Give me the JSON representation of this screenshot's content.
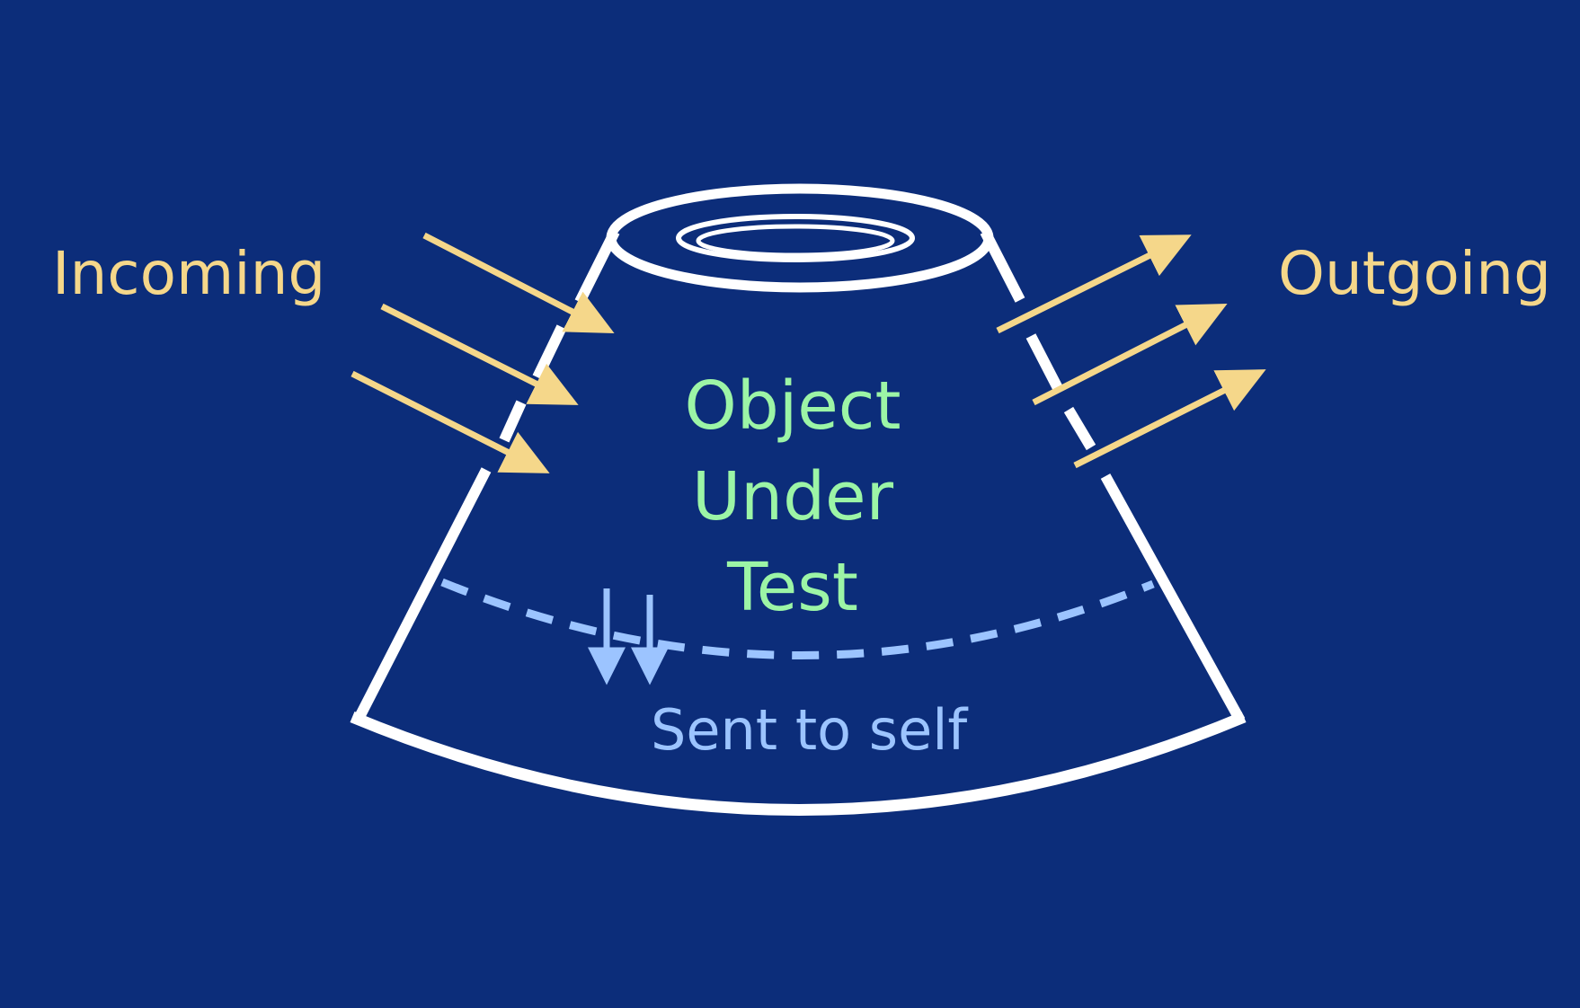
{
  "labels": {
    "incoming": "Incoming",
    "outgoing": "Outgoing",
    "object_line1": "Object",
    "object_line2": "Under",
    "object_line3": "Test",
    "sent_to_self": "Sent to self"
  },
  "colors": {
    "background": "#0c2d7a",
    "outline": "#ffffff",
    "message_arrow": "#f5d78a",
    "object_text": "#9cf5a6",
    "self_message": "#9cc4ff"
  }
}
